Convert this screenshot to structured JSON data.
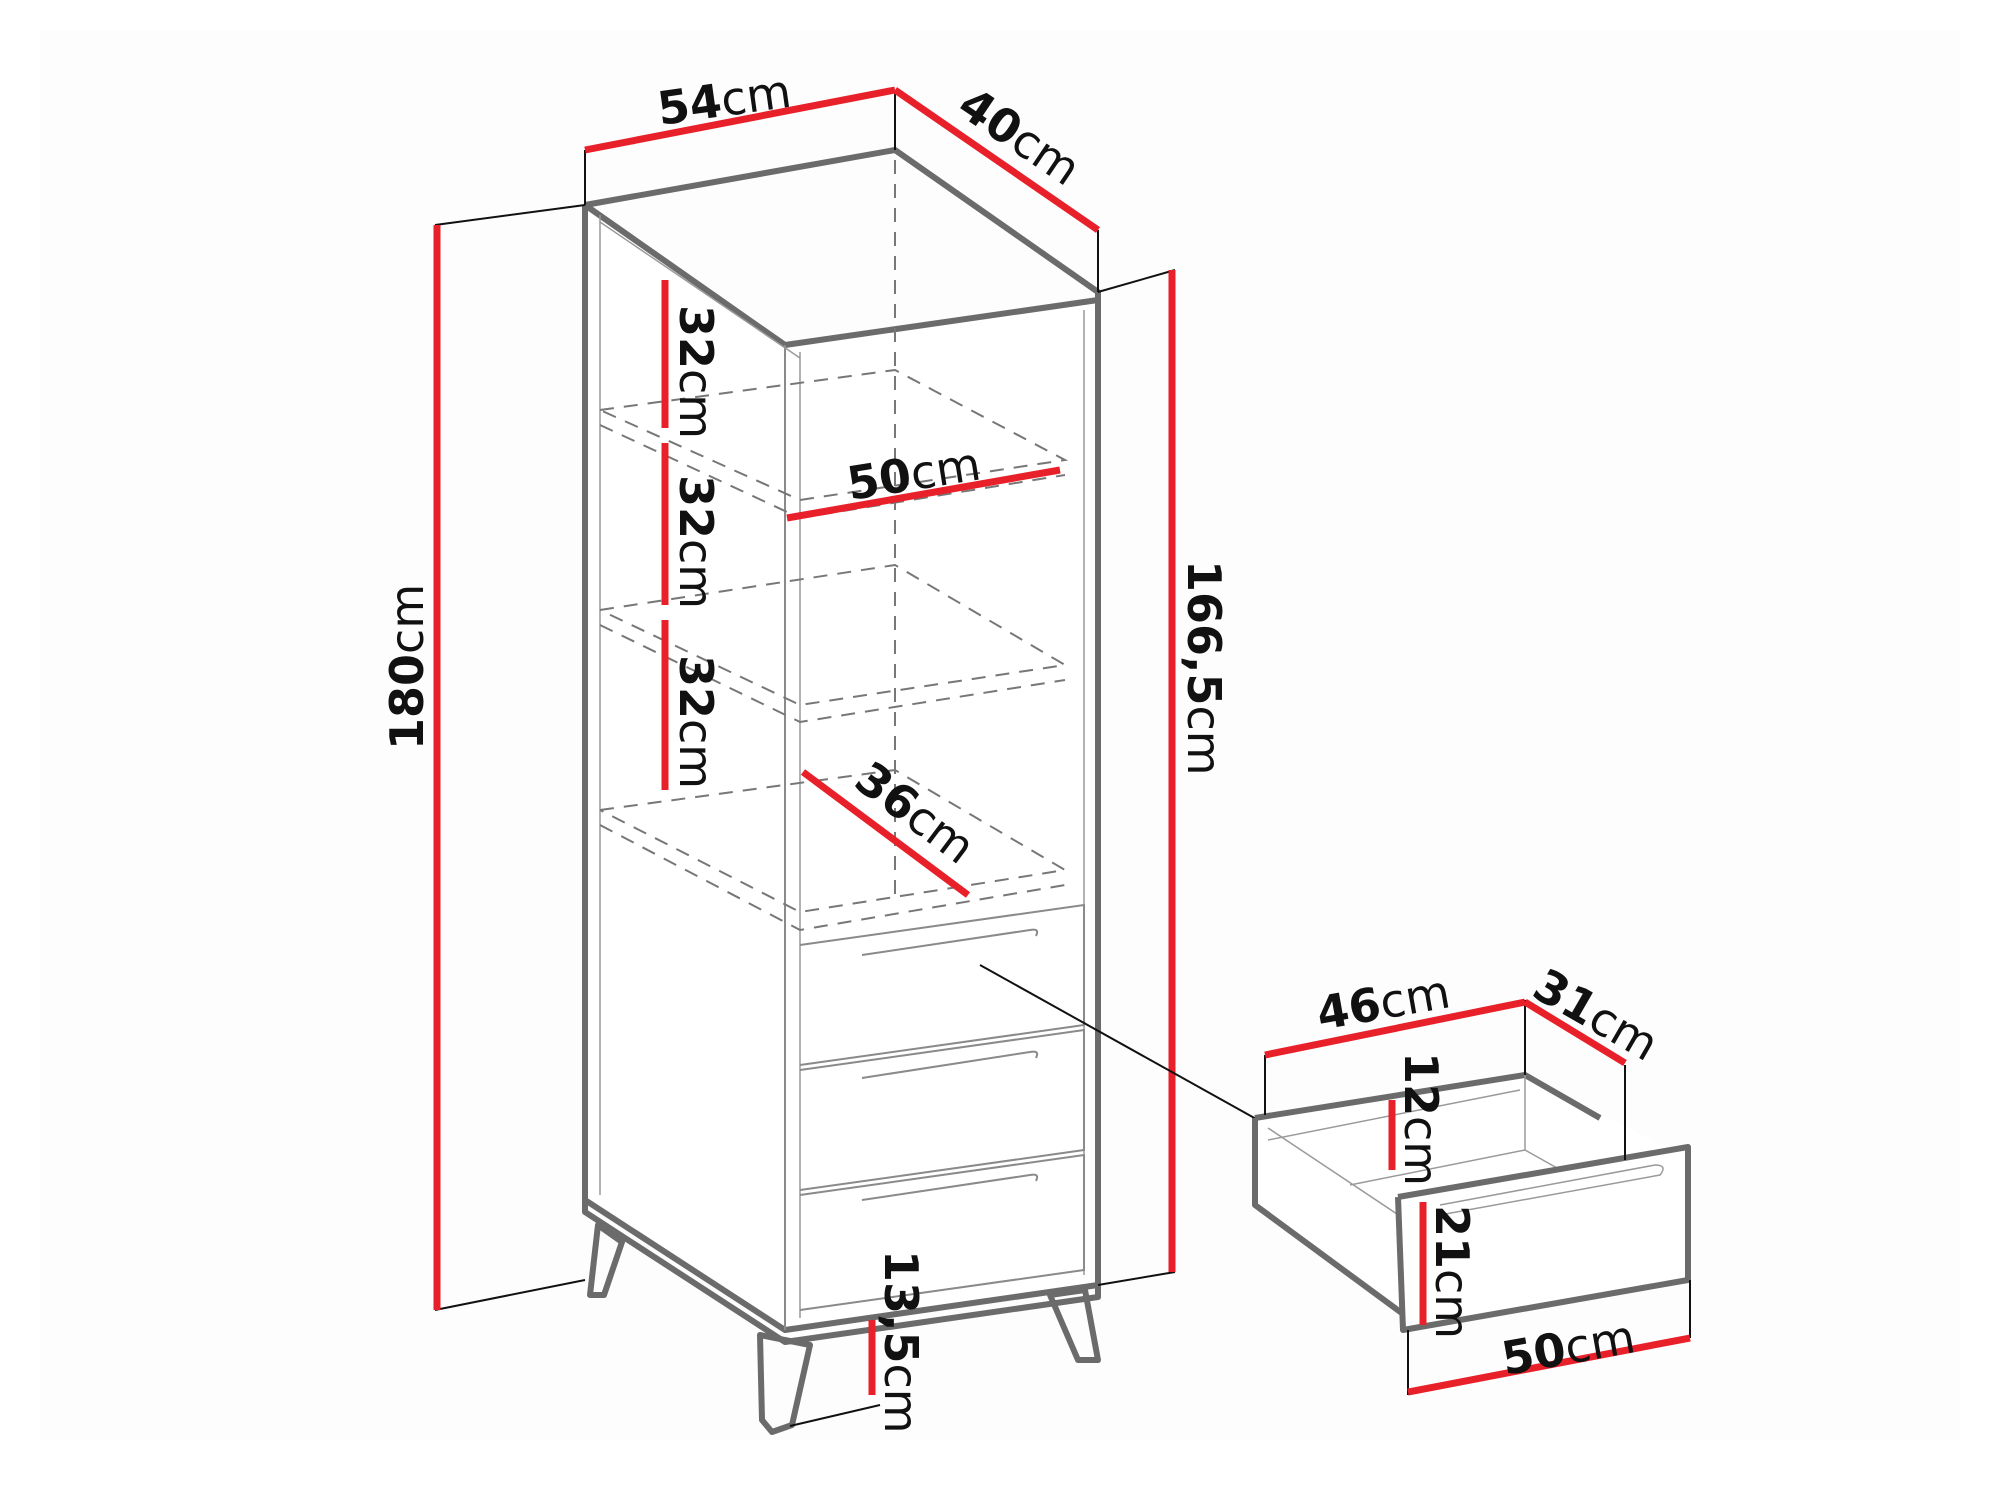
{
  "diagram": {
    "type": "furniture-dimension-drawing",
    "subject": "tall cabinet with open shelves and three drawers, plus detached drawer detail",
    "colors": {
      "dimension_line": "#e8202a",
      "outline": "#6b6b6b",
      "text": "#111111",
      "background": "#ffffff"
    }
  },
  "cabinet": {
    "width": {
      "num": "54",
      "unit": "cm"
    },
    "depth": {
      "num": "40",
      "unit": "cm"
    },
    "total_height": {
      "num": "180",
      "unit": "cm"
    },
    "body_height": {
      "num": "166,5",
      "unit": "cm"
    },
    "shelf_gap_1": {
      "num": "32",
      "unit": "cm"
    },
    "shelf_gap_2": {
      "num": "32",
      "unit": "cm"
    },
    "shelf_gap_3": {
      "num": "32",
      "unit": "cm"
    },
    "shelf_width": {
      "num": "50",
      "unit": "cm"
    },
    "shelf_depth": {
      "num": "36",
      "unit": "cm"
    },
    "leg_height": {
      "num": "13,5",
      "unit": "cm"
    },
    "shelves_count": 3,
    "drawers_count": 3
  },
  "drawer": {
    "inner_width": {
      "num": "46",
      "unit": "cm"
    },
    "inner_depth": {
      "num": "31",
      "unit": "cm"
    },
    "inner_height": {
      "num": "12",
      "unit": "cm"
    },
    "front_height": {
      "num": "21",
      "unit": "cm"
    },
    "front_width": {
      "num": "50",
      "unit": "cm"
    }
  }
}
